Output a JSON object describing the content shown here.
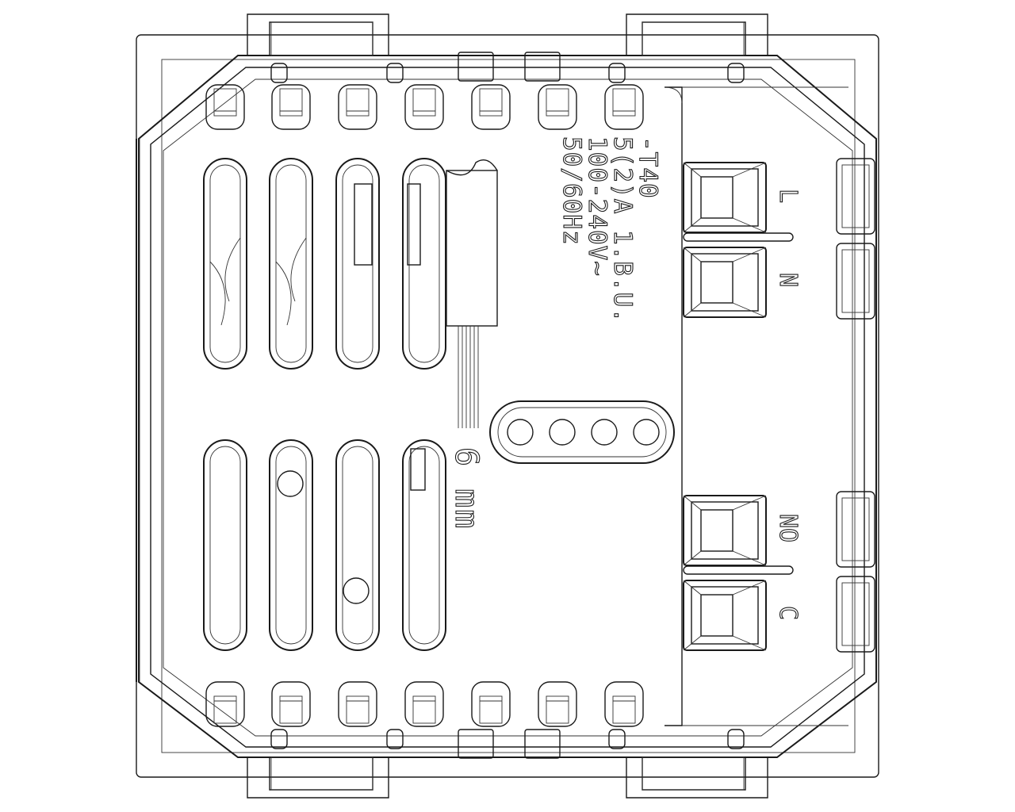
{
  "drawing": {
    "title": "",
    "rating_lines": [
      "-T40",
      "5(2)A 1.B.U.",
      "100-240V~",
      "50/60Hz"
    ],
    "strip_length_label": "6 mm",
    "terminals": {
      "top_pair": [
        "L",
        "N"
      ],
      "bottom_pair": [
        "NO",
        "C"
      ]
    },
    "line_color": "#1a1a1a",
    "background_color": "#ffffff"
  }
}
